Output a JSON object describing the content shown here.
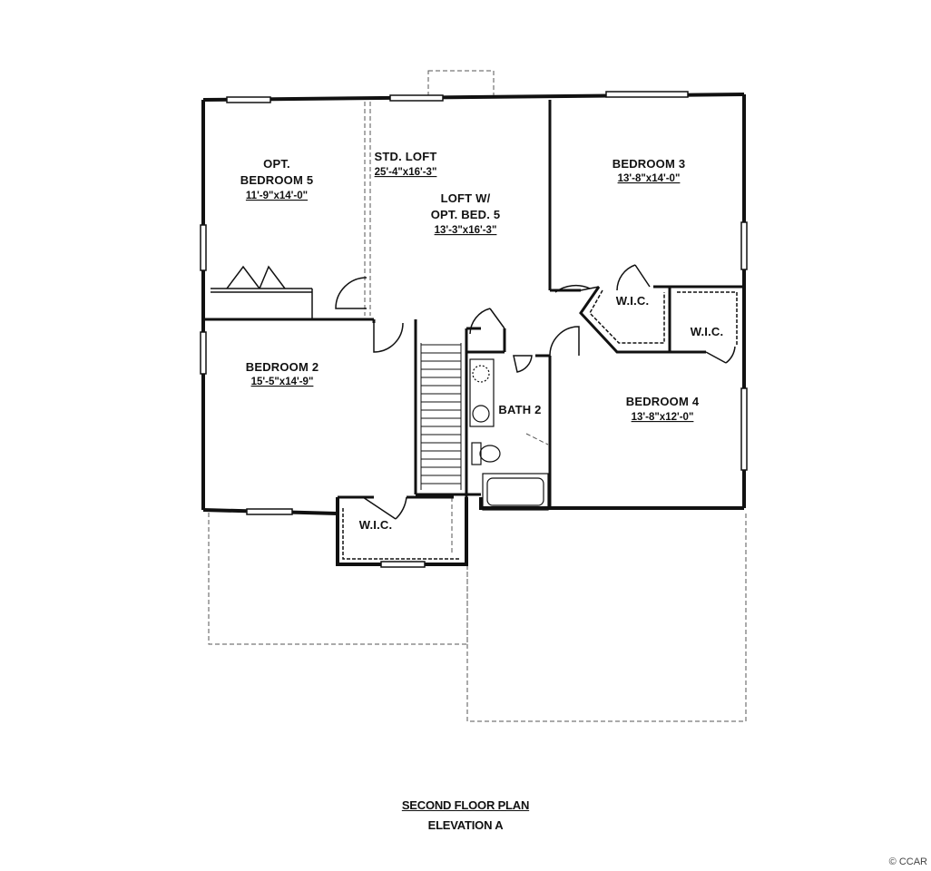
{
  "rooms": {
    "bed5": {
      "label1": "OPT.",
      "label2": "BEDROOM 5",
      "dims": "11'-9\"x14'-0\""
    },
    "std_loft": {
      "label": "STD. LOFT",
      "dims": "25'-4\"x16'-3\""
    },
    "loft": {
      "label1": "LOFT W/",
      "label2": "OPT. BED. 5",
      "dims": "13'-3\"x16'-3\""
    },
    "bed3": {
      "label": "BEDROOM 3",
      "dims": "13'-8\"x14'-0\""
    },
    "bed2": {
      "label": "BEDROOM 2",
      "dims": "15'-5\"x14'-9\""
    },
    "bath2": {
      "label": "BATH 2"
    },
    "bed4": {
      "label": "BEDROOM 4",
      "dims": "13'-8\"x12'-0\""
    },
    "wic_bed3": {
      "label": "W.I.C."
    },
    "wic_bed4": {
      "label": "W.I.C."
    },
    "wic_bed2": {
      "label": "W.I.C."
    }
  },
  "title": {
    "line1": "SECOND FLOOR PLAN",
    "line2": "ELEVATION A"
  },
  "watermark": "© CCAR",
  "colors": {
    "wall": "#111111",
    "dashed": "#555555",
    "background": "#ffffff"
  }
}
